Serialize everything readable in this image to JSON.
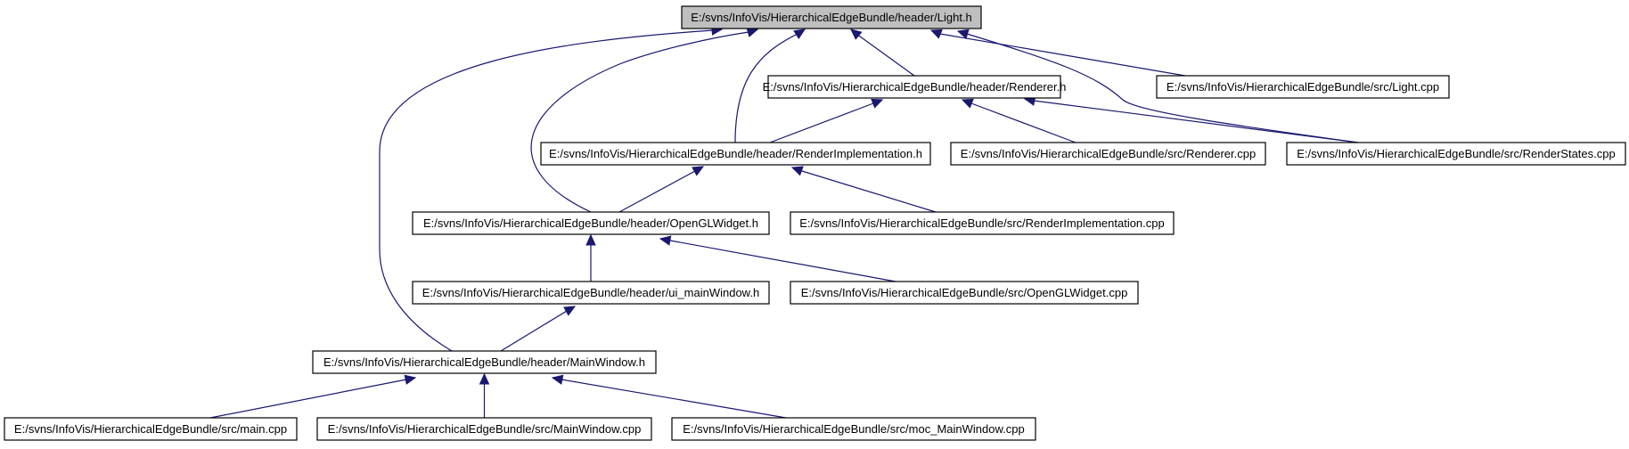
{
  "diagram": {
    "nodes": [
      {
        "id": "light_h",
        "label": "E:/svns/InfoVis/HierarchicalEdgeBundle/header/Light.h",
        "root": true
      },
      {
        "id": "renderer_h",
        "label": "E:/svns/InfoVis/HierarchicalEdgeBundle/header/Renderer.h"
      },
      {
        "id": "light_cpp",
        "label": "E:/svns/InfoVis/HierarchicalEdgeBundle/src/Light.cpp"
      },
      {
        "id": "renderimpl_h",
        "label": "E:/svns/InfoVis/HierarchicalEdgeBundle/header/RenderImplementation.h"
      },
      {
        "id": "renderer_cpp",
        "label": "E:/svns/InfoVis/HierarchicalEdgeBundle/src/Renderer.cpp"
      },
      {
        "id": "renderstates_cpp",
        "label": "E:/svns/InfoVis/HierarchicalEdgeBundle/src/RenderStates.cpp"
      },
      {
        "id": "openglwidget_h",
        "label": "E:/svns/InfoVis/HierarchicalEdgeBundle/header/OpenGLWidget.h"
      },
      {
        "id": "renderimpl_cpp",
        "label": "E:/svns/InfoVis/HierarchicalEdgeBundle/src/RenderImplementation.cpp"
      },
      {
        "id": "ui_mainwindow_h",
        "label": "E:/svns/InfoVis/HierarchicalEdgeBundle/header/ui_mainWindow.h"
      },
      {
        "id": "openglwidget_cpp",
        "label": "E:/svns/InfoVis/HierarchicalEdgeBundle/src/OpenGLWidget.cpp"
      },
      {
        "id": "mainwindow_h",
        "label": "E:/svns/InfoVis/HierarchicalEdgeBundle/header/MainWindow.h"
      },
      {
        "id": "main_cpp",
        "label": "E:/svns/InfoVis/HierarchicalEdgeBundle/src/main.cpp"
      },
      {
        "id": "mainwindow_cpp",
        "label": "E:/svns/InfoVis/HierarchicalEdgeBundle/src/MainWindow.cpp"
      },
      {
        "id": "moc_mainwindow_cpp",
        "label": "E:/svns/InfoVis/HierarchicalEdgeBundle/src/moc_MainWindow.cpp"
      }
    ],
    "edges": [
      {
        "from": "renderer_h",
        "to": "light_h"
      },
      {
        "from": "light_cpp",
        "to": "light_h"
      },
      {
        "from": "renderstates_cpp",
        "to": "light_h"
      },
      {
        "from": "renderimpl_h",
        "to": "light_h"
      },
      {
        "from": "openglwidget_h",
        "to": "light_h"
      },
      {
        "from": "mainwindow_h",
        "to": "light_h"
      },
      {
        "from": "renderimpl_h",
        "to": "renderer_h"
      },
      {
        "from": "renderer_cpp",
        "to": "renderer_h"
      },
      {
        "from": "renderstates_cpp",
        "to": "renderer_h"
      },
      {
        "from": "openglwidget_h",
        "to": "renderimpl_h"
      },
      {
        "from": "renderimpl_cpp",
        "to": "renderimpl_h"
      },
      {
        "from": "ui_mainwindow_h",
        "to": "openglwidget_h"
      },
      {
        "from": "openglwidget_cpp",
        "to": "openglwidget_h"
      },
      {
        "from": "mainwindow_h",
        "to": "ui_mainwindow_h"
      },
      {
        "from": "main_cpp",
        "to": "mainwindow_h"
      },
      {
        "from": "mainwindow_cpp",
        "to": "mainwindow_h"
      },
      {
        "from": "moc_mainwindow_cpp",
        "to": "mainwindow_h"
      }
    ],
    "colors": {
      "edge": "#191970",
      "root_fill": "#bfbfbf",
      "node_fill": "#ffffff",
      "node_border": "#000000"
    }
  }
}
